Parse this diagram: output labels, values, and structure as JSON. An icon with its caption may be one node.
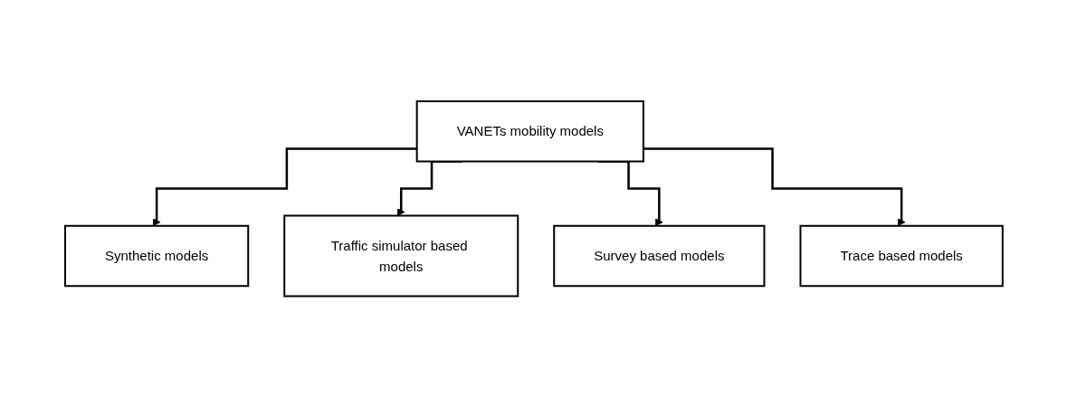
{
  "diagram": {
    "nodes": [
      {
        "text": [
          "VANETs mobility models"
        ]
      },
      {
        "text": [
          "Synthetic models"
        ]
      },
      {
        "text": [
          "Traffic simulator based models"
        ]
      },
      {
        "text": [
          "Survey based models"
        ]
      },
      {
        "text": [
          "Trace based models"
        ]
      }
    ],
    "edges": [
      {
        "from": 0,
        "to": 1,
        "arrow": "to"
      },
      {
        "from": 0,
        "to": 2,
        "arrow": "to"
      },
      {
        "from": 0,
        "to": 3,
        "arrow": "to"
      },
      {
        "from": 0,
        "to": 4,
        "arrow": "to"
      }
    ]
  }
}
